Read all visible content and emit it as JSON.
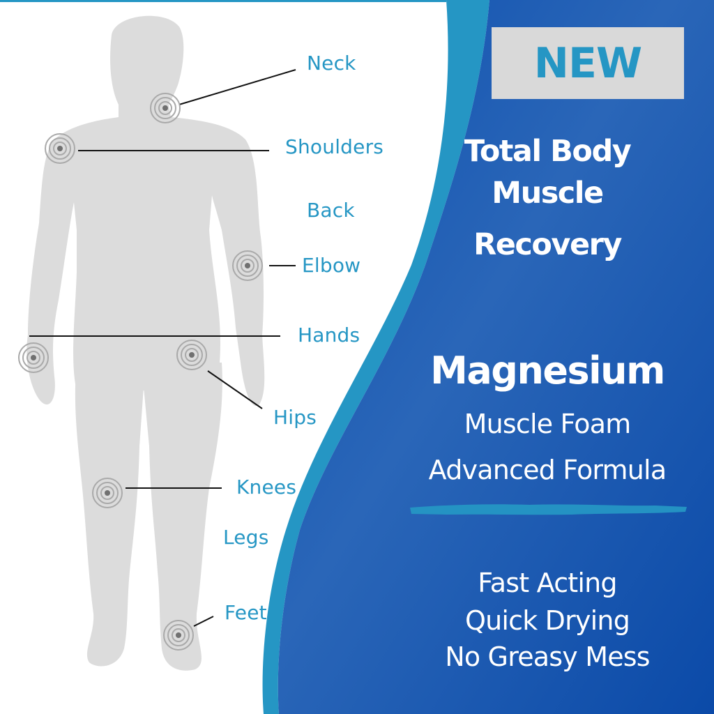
{
  "badge": {
    "label": "NEW"
  },
  "headline": {
    "line1": "Total Body",
    "line2": "Muscle",
    "line3": "Recovery"
  },
  "product": {
    "name": "Magnesium",
    "line1": "Muscle Foam",
    "line2": "Advanced Formula"
  },
  "features": [
    "Fast Acting",
    "Quick Drying",
    "No Greasy Mess"
  ],
  "body_areas": [
    "Neck",
    "Shoulders",
    "Back",
    "Elbow",
    "Hands",
    "Hips",
    "Knees",
    "Legs",
    "Feet"
  ],
  "colors": {
    "accent_light_blue": "#2596c4",
    "panel_blue": "#1a55b0",
    "body_silhouette": "#dcdcdc",
    "badge_bg": "#d9d9d9"
  }
}
